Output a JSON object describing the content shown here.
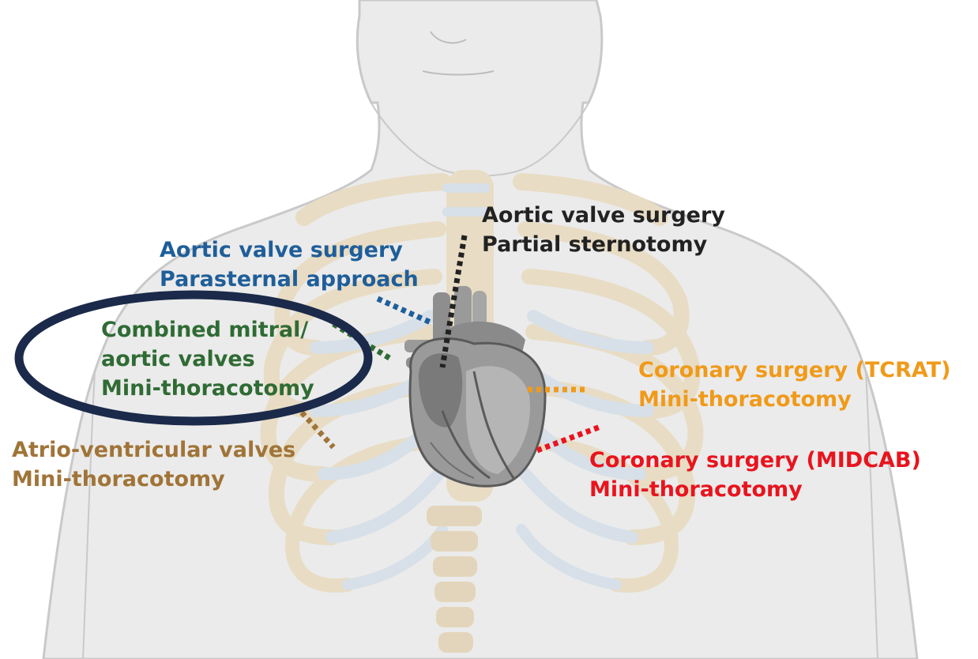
{
  "colors": {
    "body_fill": "#ebebeb",
    "body_outline": "#c9c9c9",
    "rib": "#e8dcc4",
    "cartilage": "#d7e0e8",
    "heart_dark": "#6e6e6e",
    "heart_mid": "#9a9a9a",
    "heart_light": "#c6c6c6",
    "highlight_ring": "#1b2a4a"
  },
  "labels": {
    "aortic_partial": {
      "line1": "Aortic valve surgery",
      "line2": "Partial sternotomy",
      "color": "#222222"
    },
    "aortic_parasternal": {
      "line1": "Aortic valve surgery",
      "line2": "Parasternal approach",
      "color": "#1f5e99"
    },
    "combined": {
      "line1": "Combined mitral/",
      "line2": "aortic valves",
      "line3": "Mini-thoracotomy",
      "color": "#2f6b34"
    },
    "av_valves": {
      "line1": "Atrio-ventricular valves",
      "line2": "Mini-thoracotomy",
      "color": "#a07438"
    },
    "tcrat": {
      "line1": "Coronary surgery (TCRAT)",
      "line2": "Mini-thoracotomy",
      "color": "#f09a1a"
    },
    "midcab": {
      "line1": "Coronary surgery (MIDCAB)",
      "line2": "Mini-thoracotomy",
      "color": "#e8141e"
    }
  }
}
